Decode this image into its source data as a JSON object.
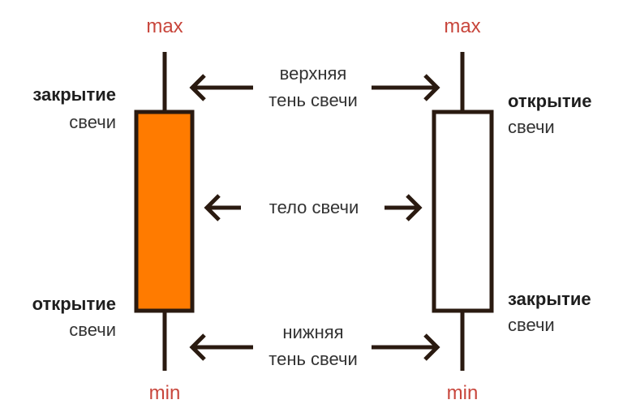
{
  "colors": {
    "bearish_body": "#ff7b00",
    "outline": "#2a1a10",
    "extreme_label": "#c8463c",
    "text": "#333333"
  },
  "left_candle": {
    "max_label": "max",
    "min_label": "min",
    "top_label_bold": "закрытие",
    "top_label_regular": "свечи",
    "bottom_label_bold": "открытие",
    "bottom_label_regular": "свечи"
  },
  "right_candle": {
    "max_label": "max",
    "min_label": "min",
    "top_label_bold": "открытие",
    "top_label_regular": "свечи",
    "bottom_label_bold": "закрытие",
    "bottom_label_regular": "свечи"
  },
  "middle": {
    "upper_shadow_line1": "верхняя",
    "upper_shadow_line2": "тень свечи",
    "body_label": "тело свечи",
    "lower_shadow_line1": "нижняя",
    "lower_shadow_line2": "тень свечи"
  }
}
